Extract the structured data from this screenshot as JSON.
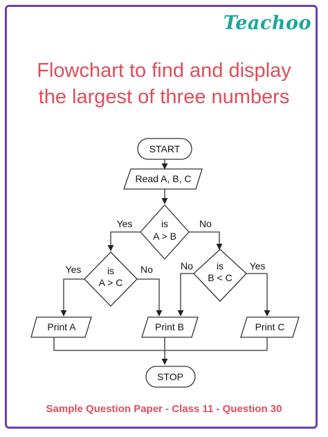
{
  "brand": {
    "logo": "Teachoo"
  },
  "title": {
    "line1": "Flowchart to find and display",
    "line2": "the largest of three numbers"
  },
  "flowchart": {
    "start": "START",
    "read": "Read A, B, C",
    "decision1": {
      "line1": "is",
      "line2": "A > B",
      "yes": "Yes",
      "no": "No"
    },
    "decision2": {
      "line1": "is",
      "line2": "A > C",
      "yes": "Yes",
      "no": "No"
    },
    "decision3": {
      "line1": "is",
      "line2": "B < C",
      "yes": "Yes",
      "no": "No"
    },
    "print_a": "Print A",
    "print_b": "Print B",
    "print_c": "Print C",
    "stop": "STOP"
  },
  "footer": "Sample Question Paper - Class 11 - Question 30",
  "colors": {
    "border": "#6a3fb8",
    "title": "#e14c5a",
    "logo": "#1aa89a"
  }
}
